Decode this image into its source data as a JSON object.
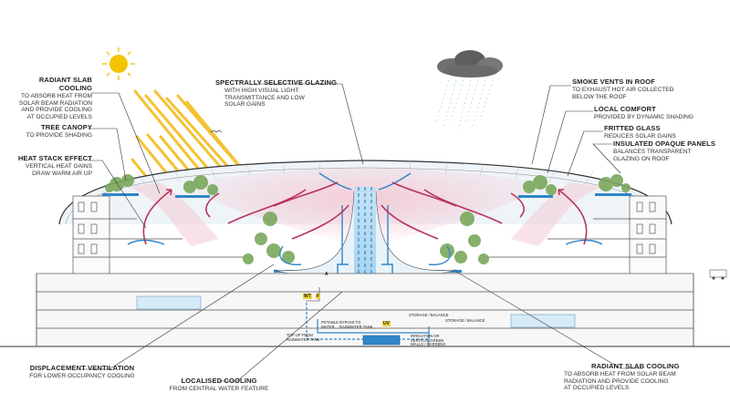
{
  "labels": {
    "radiant_slab_top": {
      "title": "RADIANT SLAB COOLING",
      "body": "TO ABSORB HEAT FROM\nSOLAR BEAM RADIATION\nAND PROVIDE COOLING\nAT OCCUPIED LEVELS"
    },
    "tree_canopy": {
      "title": "TREE CANOPY",
      "body": "TO PROVIDE SHADING"
    },
    "heat_stack": {
      "title": "HEAT STACK EFFECT",
      "body": "VERTICAL HEAT GAINS\nDRAW WARM AIR UP"
    },
    "glazing": {
      "title": "SPECTRALLY SELECTIVE GLAZING",
      "body": "WITH HIGH VISUAL LIGHT\nTRANSMITTANCE AND LOW\nSOLAR GAINS"
    },
    "smoke_vents": {
      "title": "SMOKE VENTS IN ROOF",
      "body": "TO EXHAUST HOT AIR COLLECTED\nBELOW THE ROOF"
    },
    "local_comfort": {
      "title": "LOCAL COMFORT",
      "body": "PROVIDED BY DYNAMIC SHADING"
    },
    "fritted_glass": {
      "title": "FRITTED GLASS",
      "body": "REDUCES SOLAR GAINS"
    },
    "insulated_panels": {
      "title": "INSULATED OPAQUE PANELS",
      "body": "BALANCES TRANSPARENT\nGLAZING ON ROOF"
    },
    "displacement": {
      "title": "DISPLACEMENT VENTILATION",
      "body": "FOR LOWER OCCUPANCY COOLING"
    },
    "localised": {
      "title": "LOCALISED COOLING",
      "body": "FROM CENTRAL WATER FEATURE"
    },
    "radiant_slab_bottom": {
      "title": "RADIANT SLAB COOLING",
      "body": "TO ABSORB HEAT FROM SOLAR BEAM\nRADIATION AND PROVIDE COOLING\nAT OCCUPIED LEVELS"
    }
  },
  "plant": {
    "storage_balance_1": "STORAGE / BALANCE",
    "storage_balance_2": "STORAGE / BALANCE",
    "potable_water": "POTABLE\nWATER",
    "bypass": "BYPASS TO\nRAINWATER TANK",
    "top_up": "TOP UP FROM\nRAINWATER TANK",
    "irrigation": "IRRIGATION OR\nVERTICAL GREEN\nWALLS / GARDENS",
    "badge_wt": "WT",
    "badge_f": "F",
    "badge_uv": "UV",
    "badge_a": "A"
  },
  "colors": {
    "line": "#333333",
    "warm_air": "#b7355a",
    "warm_air_fill": "#f2cdd6",
    "cool_water": "#2f86c8",
    "cool_fill": "#cfe6f5",
    "sun": "#f5c400",
    "solar_beam": "#f3bc1e",
    "tree": "#7aa85c",
    "cloud": "#6f6f6f",
    "badge_yellow": "#f0d43a",
    "floor": "#9a9a9a"
  },
  "icons": [
    "sun-icon",
    "cloud-icon",
    "tree-icon",
    "bird-icon",
    "vehicle-icon"
  ]
}
